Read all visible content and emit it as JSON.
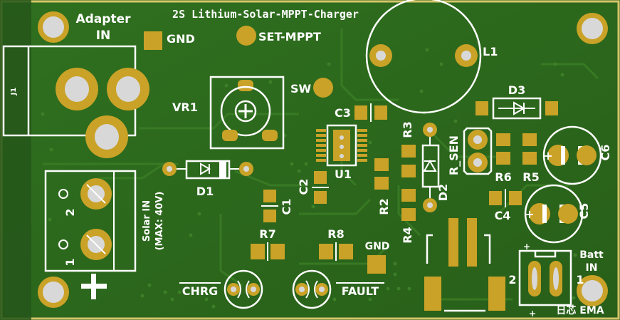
{
  "board": {
    "title": "2S Lithium-Solar-MPPT-Charger",
    "logo": "日芯 EMA",
    "colors": {
      "base": "#2c6a1d",
      "copper": "#3b7d27",
      "pad": "#c9a227",
      "pad_dark": "#a88416",
      "hole": "#cfcfcf",
      "silk": "#ffffff",
      "edge": "#d6c46a"
    }
  },
  "labels": {
    "adapter": "Adapter",
    "adapter_in": "IN",
    "gnd_top": "GND",
    "set_mppt": "SET-MPPT",
    "l1": "L1",
    "sw": "SW",
    "vr1": "VR1",
    "j1": "J1",
    "c3": "C3",
    "d3": "D3",
    "r3": "R3",
    "r_sen": "R_SEN",
    "c6": "C6",
    "u1": "U1",
    "c2": "C2",
    "d1": "D1",
    "r6": "R6",
    "r5": "R5",
    "d2": "D2",
    "c1": "C1",
    "r2": "R2",
    "c4": "C4",
    "c5": "C5",
    "r4": "R4",
    "solar_in": "Solar IN",
    "solar_max": "(MAX: 40V)",
    "pin2_left": "2",
    "pin1_left": "1",
    "r7": "R7",
    "r8": "R8",
    "gnd_bottom": "GND",
    "batt": "Batt",
    "batt_in": "IN",
    "batt_pin2": "2",
    "batt_pin1": "1",
    "plus": "+",
    "chrg": "CHRG",
    "fault": "FAULT"
  }
}
